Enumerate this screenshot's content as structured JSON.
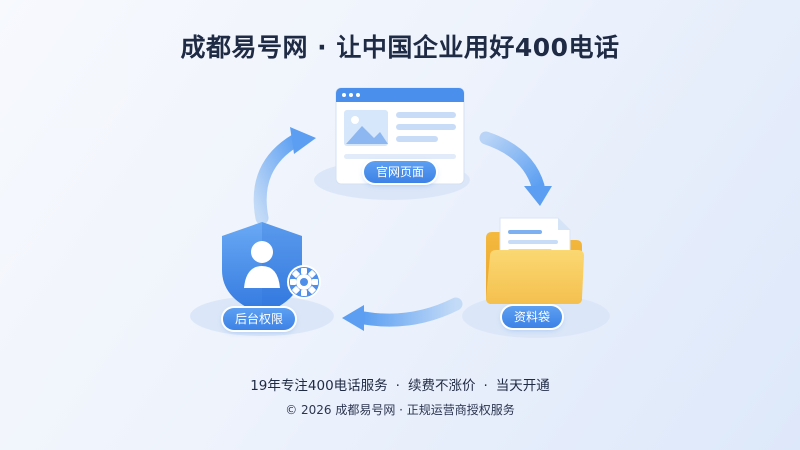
{
  "header": {
    "title": "成都易号网 · 让中国企业用好400电话"
  },
  "cycle": {
    "nodes": [
      {
        "id": "web",
        "label": "官网页面",
        "icon": "webpage-icon"
      },
      {
        "id": "folder",
        "label": "资料袋",
        "icon": "folder-icon"
      },
      {
        "id": "admin",
        "label": "后台权限",
        "icon": "shield-user-icon"
      }
    ],
    "arrows": [
      "arrow-web-to-folder",
      "arrow-folder-to-admin",
      "arrow-admin-to-web"
    ]
  },
  "footer": {
    "features": [
      "19年专注400电话服务",
      "续费不涨价",
      "当天开通"
    ],
    "separator": "·",
    "copyright": "© 2026 成都易号网 · 正规运营商授权服务"
  },
  "colors": {
    "accent": "#3d82e6",
    "accent_light": "#8bbaf2",
    "folder_yellow": "#f6c95a",
    "text": "#1f2a44"
  }
}
